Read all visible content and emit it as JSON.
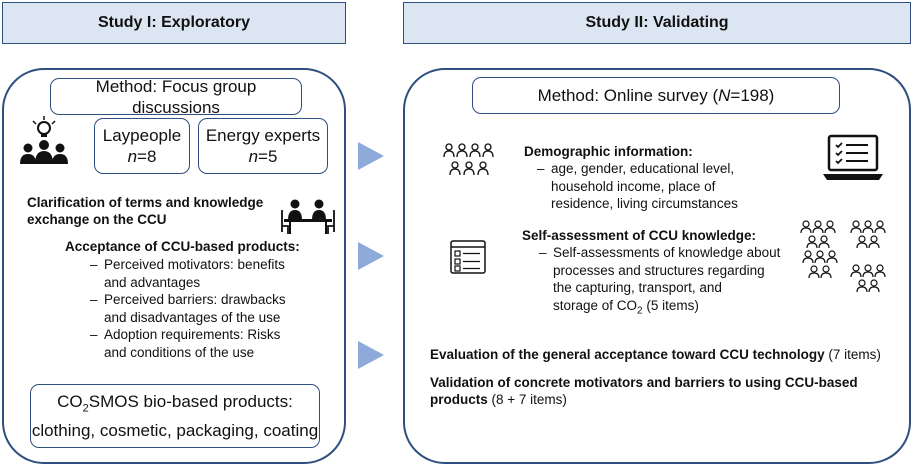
{
  "study1": {
    "header": "Study I: Exploratory",
    "method": "Method: Focus group discussions",
    "lay_label": "Laypeople",
    "lay_n": "n",
    "lay_val": "=8",
    "exp_label": "Energy experts",
    "exp_n": "n",
    "exp_val": "=5",
    "clar_line1": "Clarification of terms and knowledge",
    "clar_line2": "exchange on the CCU",
    "accept_title": "Acceptance of CCU-based products:",
    "bullets": [
      {
        "l1": "Perceived motivators: benefits",
        "l2": "and advantages"
      },
      {
        "l1": "Perceived barriers: drawbacks",
        "l2": "and disadvantages of the use"
      },
      {
        "l1": "Adoption requirements: Risks",
        "l2": "and conditions of the use"
      }
    ],
    "co2_pre": "CO",
    "co2_sub": "2",
    "co2_post": "SMOS bio-based products:",
    "co2_line2": "clothing, cosmetic, packaging, coating"
  },
  "study2": {
    "header": "Study II: Validating",
    "method_pre": "Method: Online survey (",
    "method_n": "N",
    "method_post": "=198)",
    "demo_title": "Demographic information:",
    "demo_l1": "age, gender, educational level,",
    "demo_l2": "household income, place of",
    "demo_l3": "residence, living circumstances",
    "self_title": "Self-assessment of CCU knowledge:",
    "self_l1": "Self-assessments of knowledge about",
    "self_l2": "processes and structures regarding",
    "self_l3": "the capturing, transport, and",
    "self_l4_pre": "storage of CO",
    "self_l4_sub": "2",
    "self_l4_post": " (5 items)",
    "eval_bold": "Evaluation of the general acceptance toward CCU technology",
    "eval_rest": " (7 items)",
    "valid_bold1": "Validation of concrete motivators and barriers to using CCU-based",
    "valid_bold2": "products",
    "valid_rest": " (8 + 7 items)",
    "dash": "–"
  },
  "colors": {
    "border": "#2f4f7f",
    "header_fill": "#dce6f2",
    "arrow": "#8eaadb"
  }
}
